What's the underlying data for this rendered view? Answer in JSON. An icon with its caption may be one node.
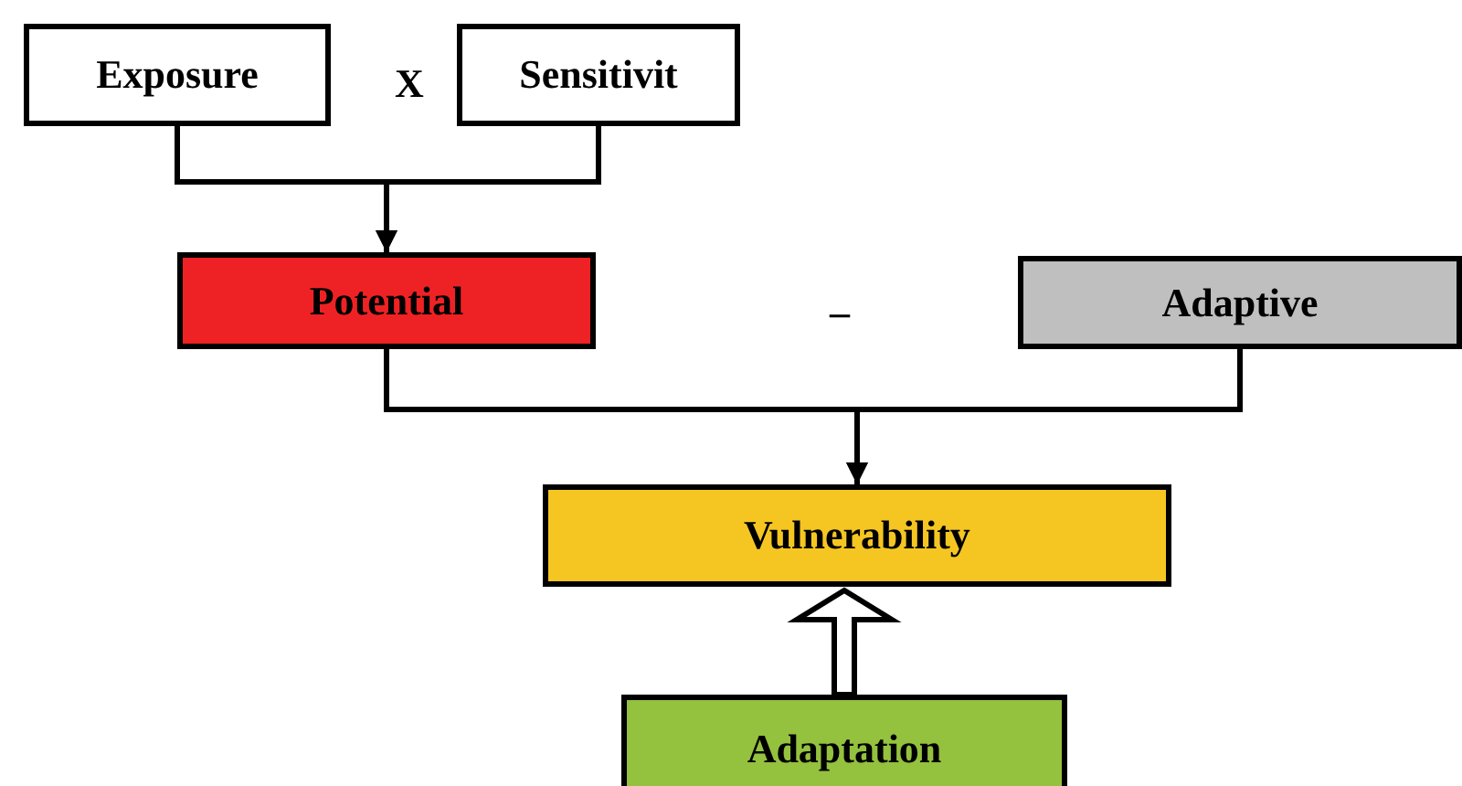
{
  "diagram": {
    "nodes": [
      {
        "text": [
          "Exposure"
        ]
      },
      {
        "text": [
          "Sensitivit"
        ]
      },
      {
        "text": [
          "Potential"
        ]
      },
      {
        "text": [
          "Adaptive"
        ]
      },
      {
        "text": [
          "Vulnerability"
        ]
      },
      {
        "text": [
          "Adaptation"
        ]
      }
    ],
    "edges": [
      {
        "from": 0,
        "to": 2,
        "arrow": "to"
      },
      {
        "from": 1,
        "to": 2,
        "arrow": "to"
      },
      {
        "from": 2,
        "to": 4,
        "arrow": "to"
      },
      {
        "from": 3,
        "to": 4,
        "arrow": "to"
      },
      {
        "from": 5,
        "to": 4,
        "arrow": "to",
        "style": "thick"
      }
    ],
    "labels": [
      "X",
      "–"
    ]
  }
}
